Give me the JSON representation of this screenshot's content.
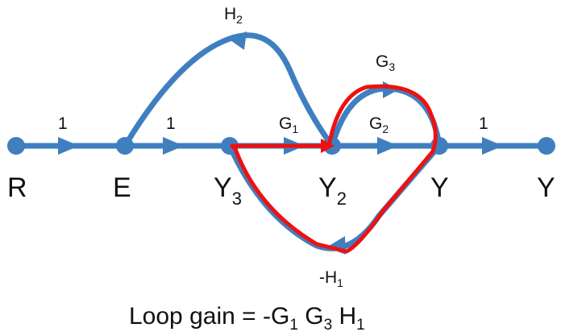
{
  "colors": {
    "graph": "#3f7fbf",
    "loop_highlight": "#ee1111",
    "text": "#111111"
  },
  "nodes": {
    "R": "R",
    "E": "E",
    "Y3": {
      "base": "Y",
      "sub": "3"
    },
    "Y2": {
      "base": "Y",
      "sub": "2"
    },
    "Y": "Y",
    "Yout": "Y"
  },
  "gains": {
    "R_E": "1",
    "E_Y3": "1",
    "G1": {
      "base": "G",
      "sub": "1"
    },
    "G2": {
      "base": "G",
      "sub": "2"
    },
    "G3": {
      "base": "G",
      "sub": "3"
    },
    "H2": {
      "base": "H",
      "sub": "2"
    },
    "H1": {
      "base": "-H",
      "sub": "1"
    },
    "Y_out": "1"
  },
  "caption": {
    "prefix": "Loop gain = -G",
    "s1": "1",
    "mid1": " G",
    "s2": "3",
    "mid2": " H",
    "s3": "1"
  }
}
